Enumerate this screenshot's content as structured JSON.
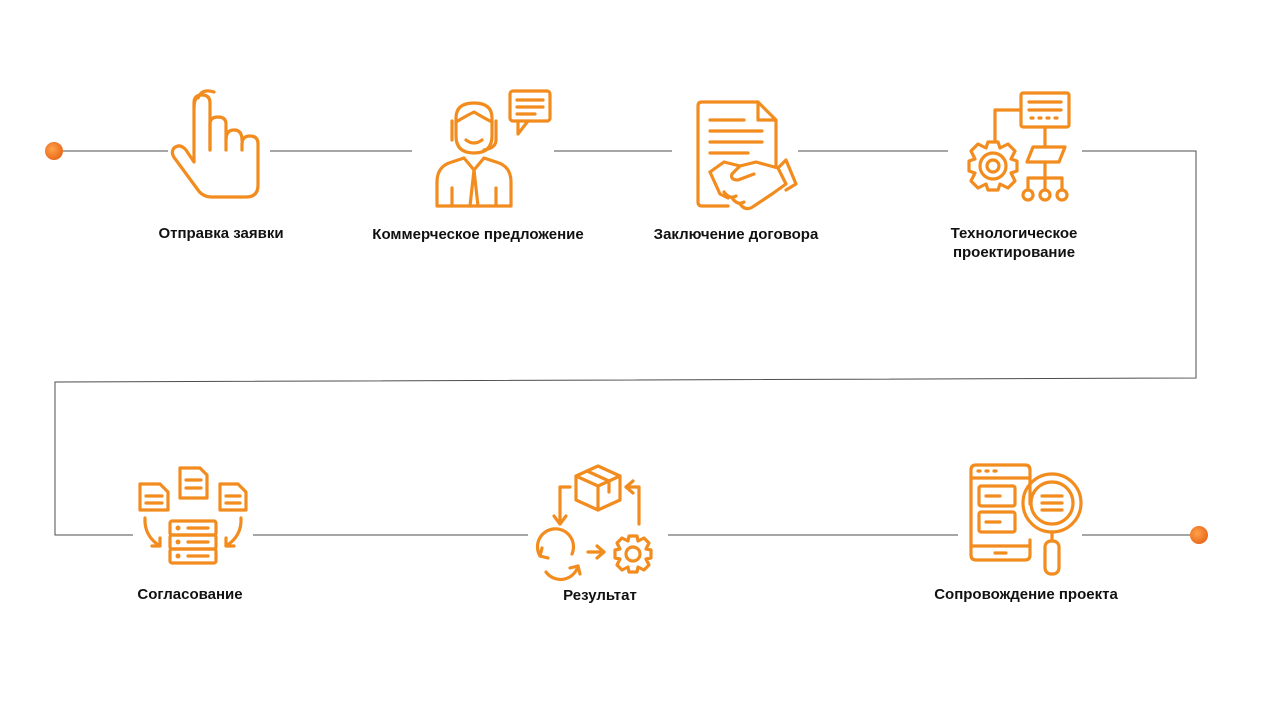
{
  "accent_color": "#f28c1e",
  "line_color": "#4d4d4d",
  "steps": [
    {
      "label": "Отправка заявки",
      "icon": "pointing-hand-icon"
    },
    {
      "label": "Коммерческое предложение",
      "icon": "consultant-with-headset-icon"
    },
    {
      "label": "Заключение договора",
      "icon": "contract-handshake-icon"
    },
    {
      "label": "Технологическое проектирование",
      "icon": "gear-flowchart-icon"
    },
    {
      "label": "Согласование",
      "icon": "documents-to-server-icon"
    },
    {
      "label": "Результат",
      "icon": "package-cycle-gear-icon"
    },
    {
      "label": "Сопровождение проекта",
      "icon": "phone-magnifier-icon"
    }
  ]
}
